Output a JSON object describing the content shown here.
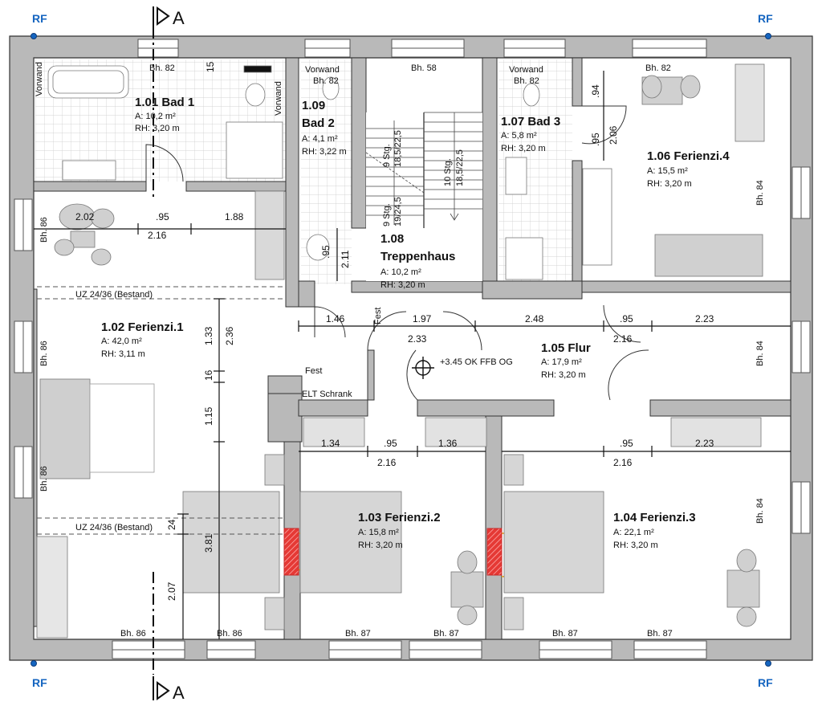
{
  "markers": {
    "rf": "RF",
    "section": "A"
  },
  "rooms": [
    {
      "id": "r101",
      "name": "1.01 Bad 1",
      "area": "A: 10,2 m²",
      "rh": "RH: 3,20 m"
    },
    {
      "id": "r109",
      "name1": "1.09",
      "name2": "Bad 2",
      "area": "A: 4,1 m²",
      "rh": "RH: 3,22 m"
    },
    {
      "id": "r108",
      "name1": "1.08",
      "name2": "Treppenhaus",
      "area": "A: 10,2 m²",
      "rh": "RH: 3,20 m"
    },
    {
      "id": "r107",
      "name": "1.07 Bad 3",
      "area": "A: 5,8 m²",
      "rh": "RH: 3,20 m"
    },
    {
      "id": "r106",
      "name": "1.06 Ferienzi.4",
      "area": "A: 15,5 m²",
      "rh": "RH: 3,20 m"
    },
    {
      "id": "r102",
      "name": "1.02 Ferienzi.1",
      "area": "A: 42,0 m²",
      "rh": "RH: 3,11 m"
    },
    {
      "id": "r105",
      "name": "1.05 Flur",
      "area": "A: 17,9 m²",
      "rh": "RH: 3,20 m"
    },
    {
      "id": "r103",
      "name": "1.03 Ferienzi.2",
      "area": "A: 15,8 m²",
      "rh": "RH: 3,20 m"
    },
    {
      "id": "r104",
      "name": "1.04 Ferienzi.3",
      "area": "A: 22,1 m²",
      "rh": "RH: 3,20 m"
    }
  ],
  "labels": {
    "bh82": "Bh. 82",
    "bh58": "Bh. 58",
    "bh84": "Bh. 84",
    "bh86": "Bh. 86",
    "bh87": "Bh. 87",
    "vorwand": "Vorwand",
    "fest": "Fest",
    "elt": "ELT Schrank",
    "uz": "UZ 24/36 (Bestand)",
    "level": "+3.45 OK FFB OG",
    "stair1a": "9 Stg.",
    "stair1b": "18,5/22,5",
    "stair2a": "9 Stg.",
    "stair2b": "19/24,5",
    "stair3a": "10 Stg.",
    "stair3b": "18,5/22,5"
  },
  "dims": {
    "d202": "2.02",
    "d95": ".95",
    "d188": "1.88",
    "d216": "2.16",
    "d146": "1.46",
    "d197": "1.97",
    "d233": "2.33",
    "d248": "2.48",
    "d223": "2.23",
    "d134": "1.34",
    "d136": "1.36",
    "d133": "1.33",
    "d236": "2.36",
    "d16": "16",
    "d115": "1.15",
    "d381": "3.81",
    "d24": "24",
    "d207": "2.07",
    "d211": "2.11",
    "d15": "15",
    "d94": ".94",
    "d206": "2.06"
  }
}
